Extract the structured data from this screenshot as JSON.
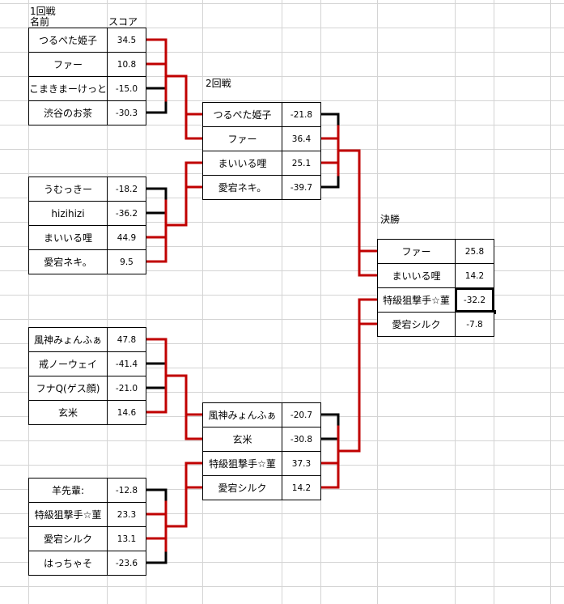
{
  "colors": {
    "win": "#c00000",
    "lose": "#000000",
    "grid": "#d4d4d4"
  },
  "labels": {
    "round1": "1回戦",
    "name_header": "名前",
    "score_header": "スコア",
    "round2": "2回戦",
    "final": "決勝"
  },
  "round1": [
    {
      "name": "つるぺた姫子",
      "score": "34.5"
    },
    {
      "name": "ファー",
      "score": "10.8"
    },
    {
      "name": "こまきまーけっと",
      "score": "-15.0"
    },
    {
      "name": "渋谷のお茶",
      "score": "-30.3"
    },
    {
      "name": "うむっきー",
      "score": "-18.2"
    },
    {
      "name": "hizihizi",
      "score": "-36.2"
    },
    {
      "name": "まいいる哩",
      "score": "44.9"
    },
    {
      "name": "愛宕ネキ。",
      "score": "9.5"
    },
    {
      "name": "風神みょんふぁ",
      "score": "47.8"
    },
    {
      "name": "戒ノーウェイ",
      "score": "-41.4"
    },
    {
      "name": "フナQ(ゲス顔)",
      "score": "-21.0"
    },
    {
      "name": "玄米",
      "score": "14.6"
    },
    {
      "name": "羊先輩:",
      "score": "-12.8"
    },
    {
      "name": "特級狙撃手☆菫",
      "score": "23.3"
    },
    {
      "name": "愛宕シルク",
      "score": "13.1"
    },
    {
      "name": "はっちゃそ",
      "score": "-23.6"
    }
  ],
  "round2": [
    {
      "name": "つるぺた姫子",
      "score": "-21.8"
    },
    {
      "name": "ファー",
      "score": "36.4"
    },
    {
      "name": "まいいる哩",
      "score": "25.1"
    },
    {
      "name": "愛宕ネキ。",
      "score": "-39.7"
    },
    {
      "name": "風神みょんふぁ",
      "score": "-20.7"
    },
    {
      "name": "玄米",
      "score": "-30.8"
    },
    {
      "name": "特級狙撃手☆菫",
      "score": "37.3"
    },
    {
      "name": "愛宕シルク",
      "score": "14.2"
    }
  ],
  "final": [
    {
      "name": "ファー",
      "score": "25.8"
    },
    {
      "name": "まいいる哩",
      "score": "14.2"
    },
    {
      "name": "特級狙撃手☆菫",
      "score": "-32.2"
    },
    {
      "name": "愛宕シルク",
      "score": "-7.8"
    }
  ],
  "selected_cell": "final.2.score"
}
